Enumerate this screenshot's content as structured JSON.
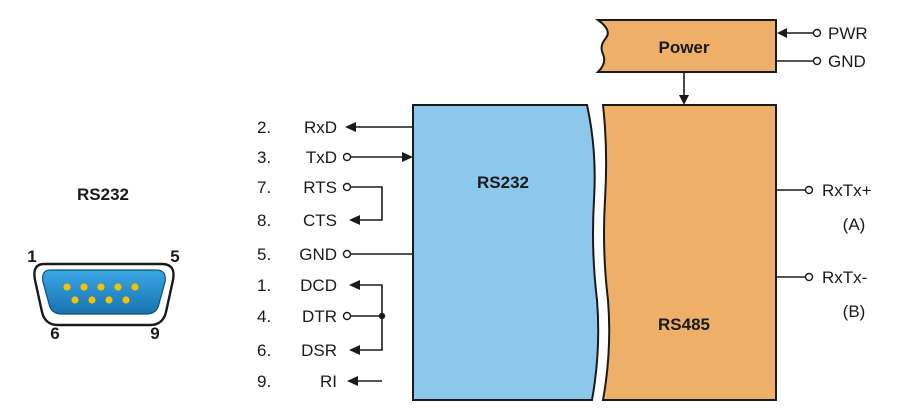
{
  "connector": {
    "title": "RS232",
    "pin_first_row_start": "1",
    "pin_first_row_end": "5",
    "pin_second_row_start": "6",
    "pin_second_row_end": "9"
  },
  "rs232_block": {
    "label": "RS232"
  },
  "rs485_block": {
    "label": "RS485"
  },
  "power_block": {
    "label": "Power"
  },
  "power_terminals": [
    "PWR",
    "GND"
  ],
  "rs232_pins": [
    {
      "num": "2.",
      "name": "RxD"
    },
    {
      "num": "3.",
      "name": "TxD"
    },
    {
      "num": "7.",
      "name": "RTS"
    },
    {
      "num": "8.",
      "name": "CTS"
    },
    {
      "num": "5.",
      "name": "GND"
    },
    {
      "num": "1.",
      "name": "DCD"
    },
    {
      "num": "4.",
      "name": "DTR"
    },
    {
      "num": "6.",
      "name": "DSR"
    },
    {
      "num": "9.",
      "name": "RI"
    }
  ],
  "rs485_terminals": [
    {
      "name": "RxTx+",
      "sub": "(A)"
    },
    {
      "name": "RxTx-",
      "sub": "(B)"
    }
  ],
  "colors": {
    "rs232_fill": "#8cc7ec",
    "rs485_fill": "#eeb068",
    "power_fill": "#eeb068",
    "connector_shell": "#1e8fd1",
    "pin_color": "#f3c200",
    "outline": "#1a1a1a"
  }
}
